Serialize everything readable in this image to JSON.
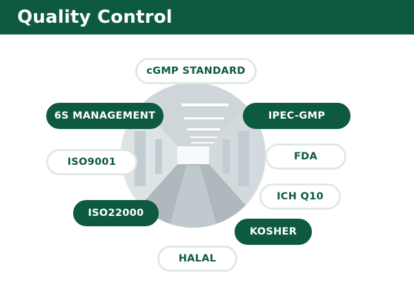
{
  "header": {
    "title": "Quality Control"
  },
  "colors": {
    "brand_green": "#0d5a40",
    "pill_border_light": "#dfe9e3"
  },
  "standards": [
    {
      "label": "cGMP STANDARD",
      "style": "light"
    },
    {
      "label": "6S MANAGEMENT",
      "style": "dark"
    },
    {
      "label": "IPEC-GMP",
      "style": "dark"
    },
    {
      "label": "ISO9001",
      "style": "light"
    },
    {
      "label": "FDA",
      "style": "light"
    },
    {
      "label": "ICH Q10",
      "style": "light"
    },
    {
      "label": "ISO22000",
      "style": "dark"
    },
    {
      "label": "KOSHER",
      "style": "dark"
    },
    {
      "label": "HALAL",
      "style": "light"
    }
  ],
  "image": {
    "subject": "cleanroom-corridor"
  }
}
